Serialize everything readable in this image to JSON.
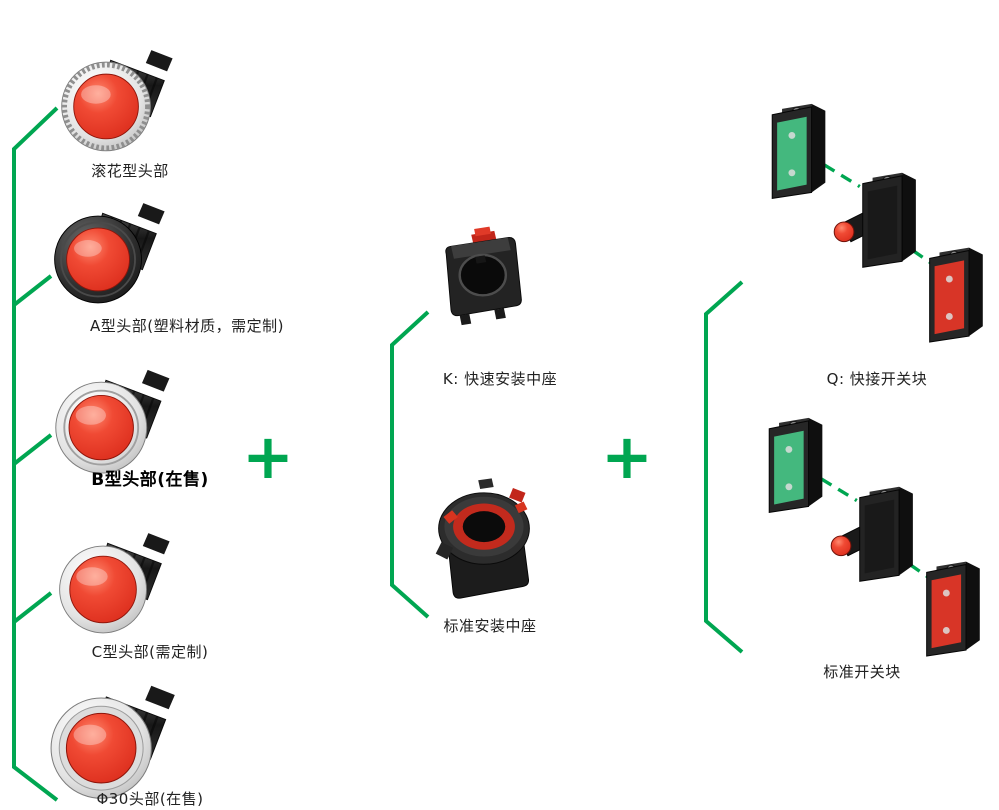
{
  "palette": {
    "connector_green": "#00A651",
    "button_red": "#DD2F1E",
    "block_green": "#44B87E",
    "block_red": "#D83527",
    "component_black": "#232323"
  },
  "connectors": {
    "plus": "+"
  },
  "left_column": {
    "items": [
      {
        "label": "滚花型头部"
      },
      {
        "label": "A型头部(塑料材质，需定制)"
      },
      {
        "label": "B型头部(在售)"
      },
      {
        "label": "C型头部(需定制)"
      },
      {
        "label": "Φ30头部(在售)"
      }
    ]
  },
  "middle_column": {
    "items": [
      {
        "label": "K: 快速安装中座"
      },
      {
        "label": "标准安装中座"
      }
    ]
  },
  "right_column": {
    "items": [
      {
        "label": "Q: 快接开关块"
      },
      {
        "label": "标准开关块"
      }
    ]
  }
}
